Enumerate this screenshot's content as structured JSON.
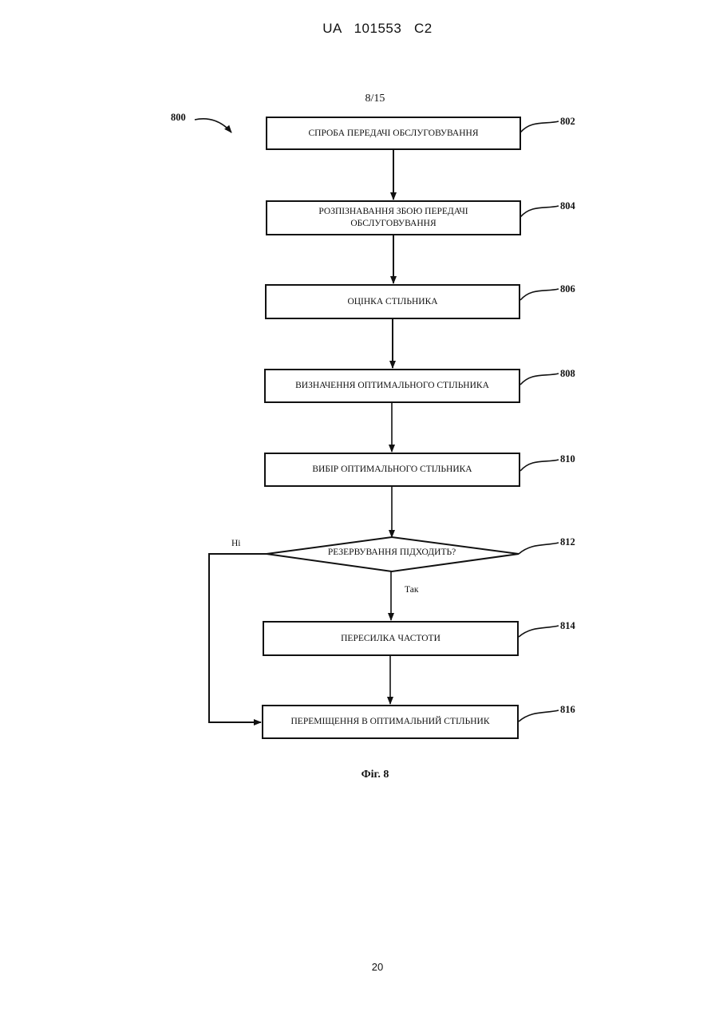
{
  "header": {
    "text": "UA   101553   C2"
  },
  "sheet": "8/15",
  "figure_ref": "800",
  "steps": [
    {
      "ref": "802",
      "text": "СПРОБА ПЕРЕДАЧІ ОБСЛУГОВУВАННЯ"
    },
    {
      "ref": "804",
      "text": "РОЗПІЗНАВАННЯ ЗБОЮ ПЕРЕДАЧІ ОБСЛУГОВУВАННЯ"
    },
    {
      "ref": "806",
      "text": "ОЦІНКА СТІЛЬНИКА"
    },
    {
      "ref": "808",
      "text": "ВИЗНАЧЕННЯ ОПТИМАЛЬНОГО СТІЛЬНИКА"
    },
    {
      "ref": "810",
      "text": "ВИБІР ОПТИМАЛЬНОГО СТІЛЬНИКА"
    },
    {
      "ref": "812",
      "text": "РЕЗЕРВУВАННЯ ПІДХОДИТЬ?"
    },
    {
      "ref": "814",
      "text": "ПЕРЕСИЛКА ЧАСТОТИ"
    },
    {
      "ref": "816",
      "text": "ПЕРЕМІЩЕННЯ В ОПТИМАЛЬНИЙ СТІЛЬНИК"
    }
  ],
  "branches": {
    "no": "Ні",
    "yes": "Так"
  },
  "caption": "Фіг. 8",
  "page_number": "20"
}
